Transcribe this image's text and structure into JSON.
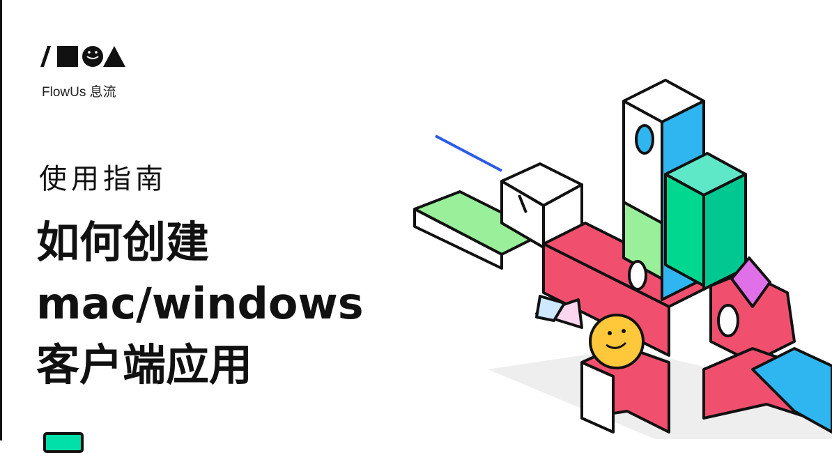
{
  "brand": {
    "name": "FlowUs 息流",
    "logo_icons": [
      "slash",
      "square",
      "smiley-circle",
      "triangle"
    ]
  },
  "subtitle": "使用指南",
  "title_lines": [
    "如何创建",
    "mac/windows",
    "客户端应用"
  ],
  "colors": {
    "green": "#00e0a8",
    "red": "#f0506e",
    "blue": "#2fb6f0",
    "yellow": "#ffc83a",
    "purple": "#e070e8"
  }
}
